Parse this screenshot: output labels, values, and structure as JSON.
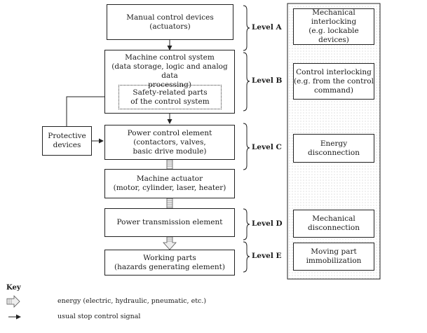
{
  "boxes": {
    "manual": "Manual control devices\n(actuators)",
    "machine_control": "Machine control system\n(data storage, logic and analog data\nprocessing)",
    "safety_parts": "Safety-related parts\nof the control system",
    "power_control": "Power control element\n(contactors, valves,\nbasic drive module)",
    "actuator": "Machine actuator\n(motor, cylinder, laser, heater)",
    "transmission": "Power transmission element",
    "working_parts": "Working parts\n(hazards generating element)",
    "protective": "Protective\ndevices"
  },
  "levels": {
    "a": "Level A",
    "b": "Level B",
    "c": "Level C",
    "d": "Level D",
    "e": "Level E"
  },
  "measures": {
    "mech_interlock": "Mechanical\ninterlocking\n(e.g. lockable devices)",
    "control_interlock": "Control interlocking\n(e.g. from the control\ncommand)",
    "energy_disc": "Energy\ndisconnection",
    "mech_disc": "Mechanical\ndisconnection",
    "immobilization": "Moving part\nimmobilization"
  },
  "key": {
    "title": "Key",
    "energy": "energy (electric, hydraulic, pneumatic, etc.)",
    "stop_signal": "usual stop control signal"
  }
}
